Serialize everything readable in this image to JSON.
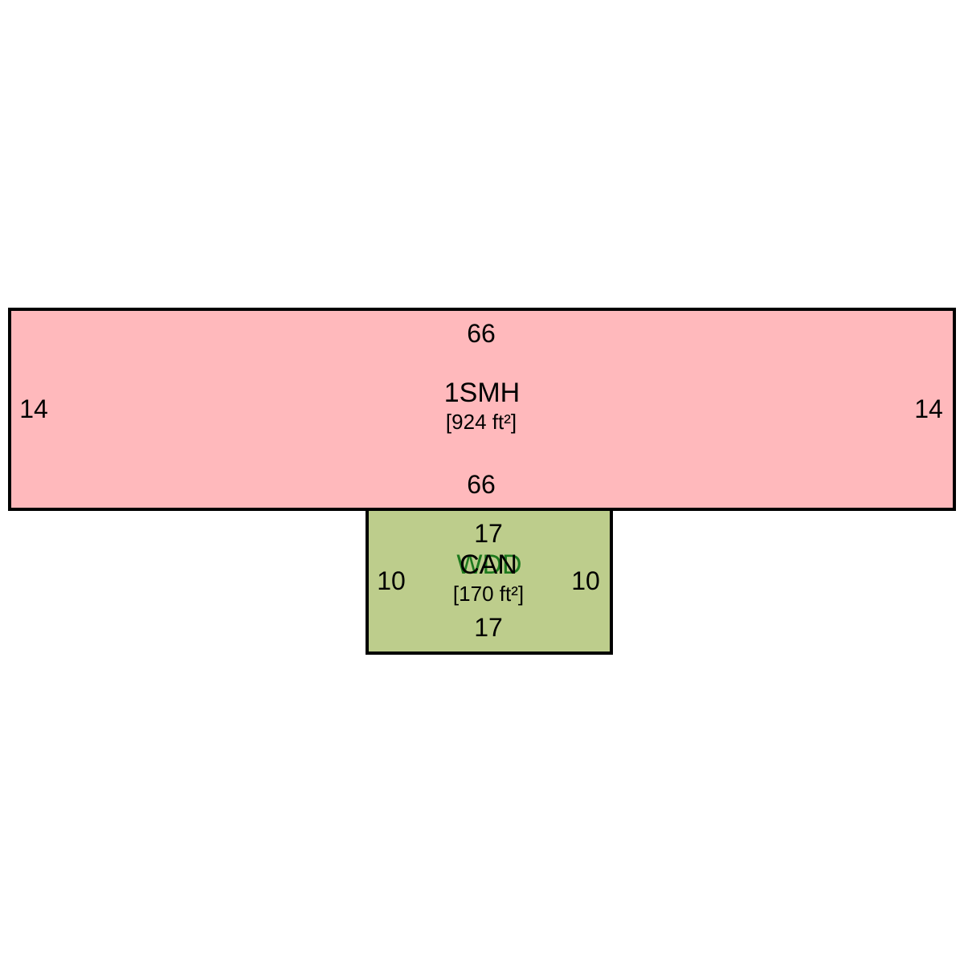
{
  "sketch": {
    "areas": [
      {
        "code": "1SMH",
        "size": "[924 ft²]",
        "fill": "#ffb9bc",
        "top_length": "66",
        "bottom_length": "66",
        "left_length": "14",
        "right_length": "14"
      },
      {
        "code": "CAN",
        "overlay_code": "WDD",
        "overlay_color": "#1e7a1e",
        "size": "[170 ft²]",
        "fill": "#bdcd8c",
        "top_length": "17",
        "bottom_length": "17",
        "left_length": "10",
        "right_length": "10"
      }
    ],
    "outline_color": "#000000"
  }
}
